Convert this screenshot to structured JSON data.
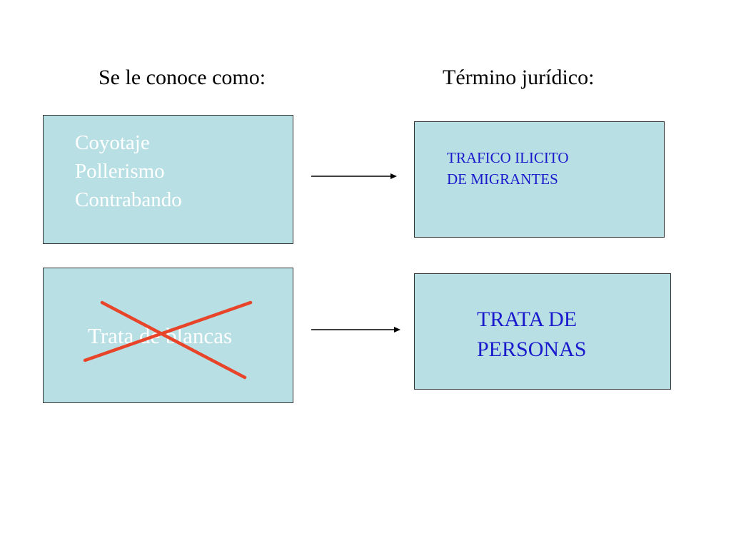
{
  "headings": {
    "left": "Se le conoce como:",
    "right": "Término jurídico:"
  },
  "rows": [
    {
      "colloquial": [
        "Coyotaje",
        "Pollerismo",
        "Contrabando"
      ],
      "legal_lines": [
        "TRAFICO ILICITO",
        "DE MIGRANTES"
      ]
    },
    {
      "colloquial_crossed": "Trata de blancas",
      "legal_lines": [
        "TRATA DE",
        "PERSONAS"
      ]
    }
  ],
  "colors": {
    "box_fill": "#b8dfe3",
    "box_border": "#333333",
    "legal_text": "#1a1acc",
    "colloquial_text": "#ffffff",
    "cross_mark": "#e8442a",
    "arrow": "#000000"
  }
}
